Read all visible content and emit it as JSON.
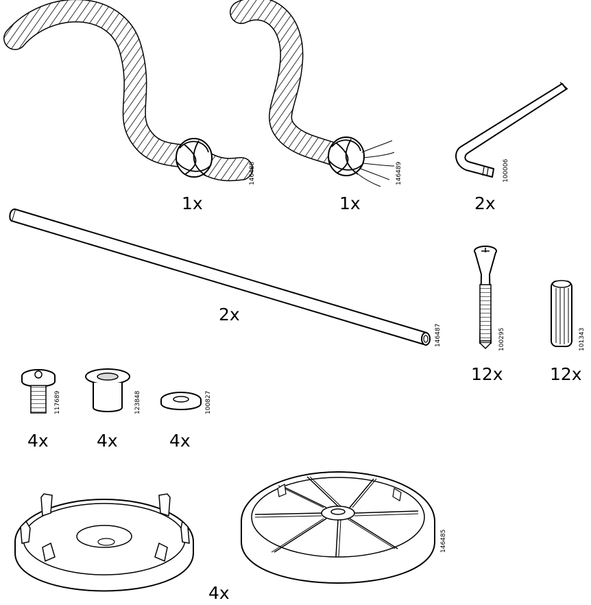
{
  "parts": {
    "rope_a": {
      "part_number": "146488",
      "quantity": "1x"
    },
    "rope_b": {
      "part_number": "146489",
      "quantity": "1x"
    },
    "allen_key": {
      "part_number": "100006",
      "quantity": "2x"
    },
    "rod": {
      "part_number": "146487",
      "quantity": "2x"
    },
    "long_screw": {
      "part_number": "100295",
      "quantity": "12x"
    },
    "dowel": {
      "part_number": "101343",
      "quantity": "12x"
    },
    "short_bolt": {
      "part_number": "117689",
      "quantity": "4x"
    },
    "bushing": {
      "part_number": "123848",
      "quantity": "4x"
    },
    "washer": {
      "part_number": "100827",
      "quantity": "4x"
    },
    "wheel": {
      "part_number": "146485",
      "quantity": "4x"
    }
  },
  "colors": {
    "line": "#000000",
    "background": "#ffffff",
    "shade": "#d9d9d9"
  }
}
